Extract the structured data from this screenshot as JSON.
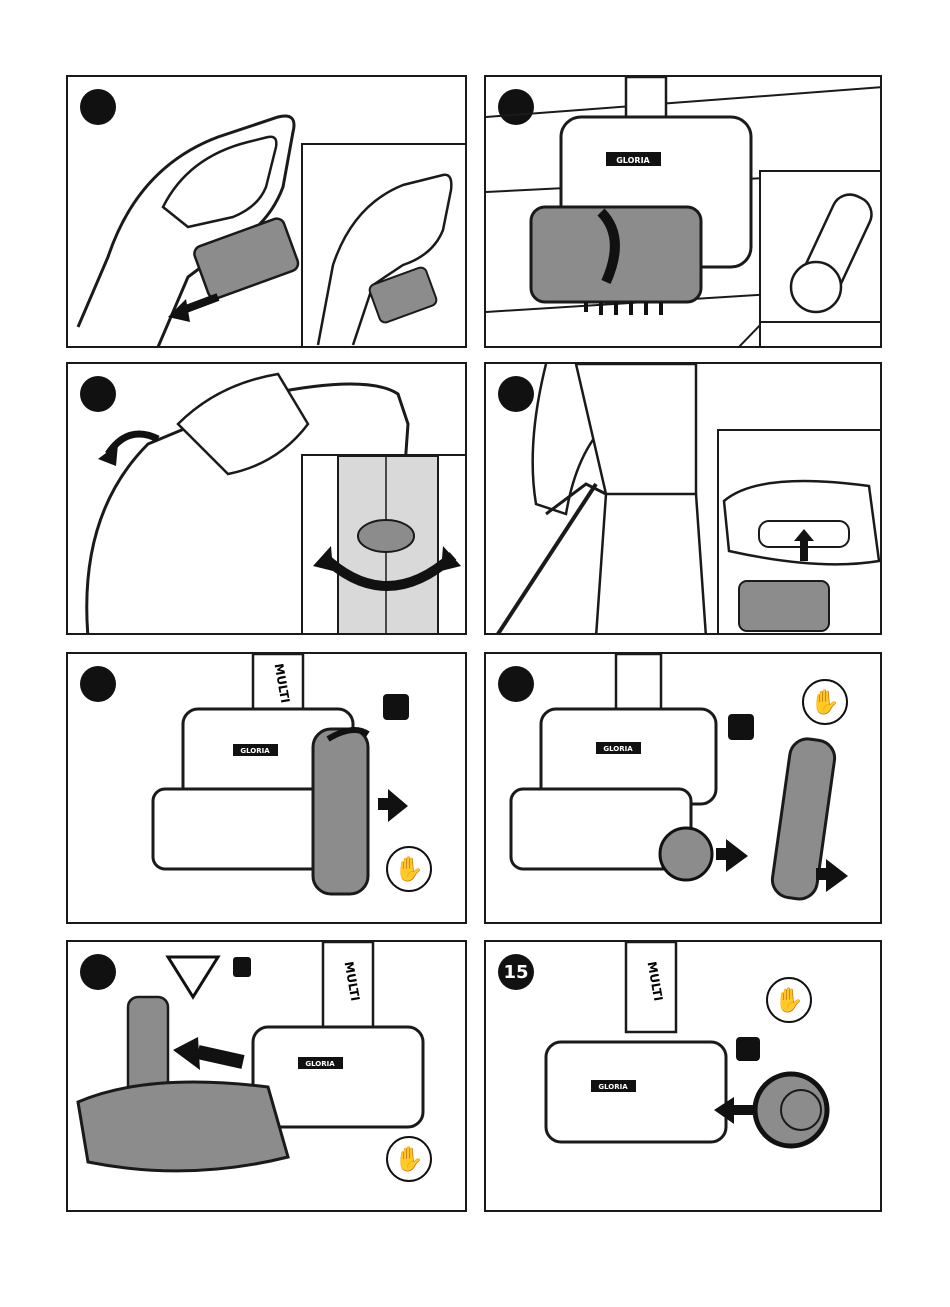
{
  "brand_label": "GLORIA",
  "model_label": "MULTI",
  "panels": [
    {
      "number": ""
    },
    {
      "number": ""
    },
    {
      "number": ""
    },
    {
      "number": ""
    },
    {
      "number": ""
    },
    {
      "number": ""
    },
    {
      "number": ""
    },
    {
      "number": "15"
    }
  ],
  "icons": {
    "glove": "gloves-icon",
    "unlock": "unlock-icon",
    "hot_warning": "hot-surface-warning-icon"
  },
  "colors": {
    "outline": "#1a1a1a",
    "part_grey": "#8c8c8c",
    "light_grey": "#d9d9d9",
    "badge": "#111111"
  }
}
